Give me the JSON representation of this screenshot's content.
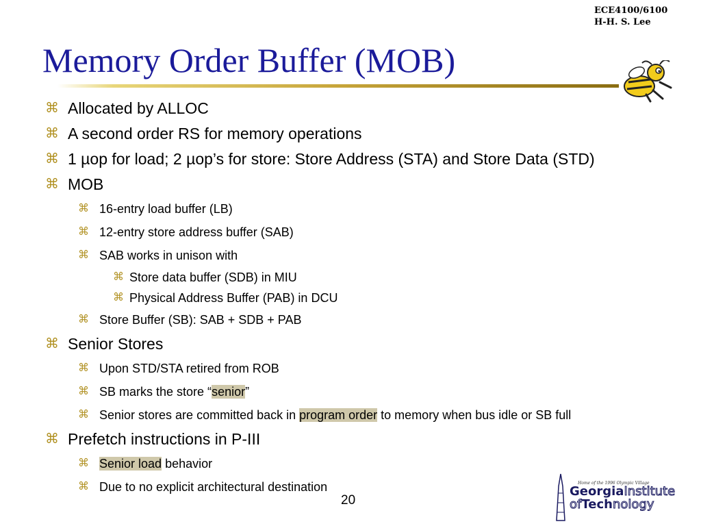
{
  "header": {
    "course": "ECE4100/6100",
    "author": "H-H. S. Lee"
  },
  "title": "Memory Order Buffer (MOB)",
  "bullets": [
    {
      "level": 1,
      "text": "Allocated by ALLOC"
    },
    {
      "level": 1,
      "text": "A second order RS for memory operations"
    },
    {
      "level": 1,
      "text": "1 µop for load; 2 µop’s for store: Store Address (STA) and Store Data (STD)"
    },
    {
      "level": 1,
      "text": "MOB"
    },
    {
      "level": 2,
      "text": "16-entry load buffer (LB)"
    },
    {
      "level": 2,
      "text": "12-entry store address buffer (SAB)"
    },
    {
      "level": 2,
      "text": "SAB works in unison with"
    },
    {
      "level": 3,
      "text": "Store data buffer (SDB) in MIU"
    },
    {
      "level": 3,
      "text": "Physical Address Buffer (PAB) in DCU"
    },
    {
      "level": 2,
      "text": "Store Buffer (SB): SAB + SDB + PAB"
    },
    {
      "level": 1,
      "text": "Senior Stores"
    },
    {
      "level": 2,
      "text": "Upon STD/STA retired from ROB"
    },
    {
      "level": 2,
      "before": "SB marks the store “",
      "highlight": "senior",
      "after": "”"
    },
    {
      "level": 2,
      "before": "Senior stores are committed back in ",
      "highlight": "program order",
      "after": " to memory when bus idle or SB full"
    },
    {
      "level": 1,
      "text": "Prefetch instructions in P-III"
    },
    {
      "level": 2,
      "before": "",
      "highlight": "Senior load",
      "after": " behavior"
    },
    {
      "level": 2,
      "text": "Due to no explicit architectural destination"
    }
  ],
  "bullet_icon": "command-key-icon",
  "slide_number": "20",
  "logo": {
    "tagline": "Home of the 1996 Olympic Village",
    "line1_bold": "Georgia",
    "line1_outline": "Institute",
    "line2_outline_pre": "of",
    "line2_bold": "Tech",
    "line2_outline_post": "nology"
  },
  "colors": {
    "title": "#1b1b9a",
    "bullet": "#b09020",
    "highlight": "#cfc8aa",
    "rule": "#a88a25"
  }
}
